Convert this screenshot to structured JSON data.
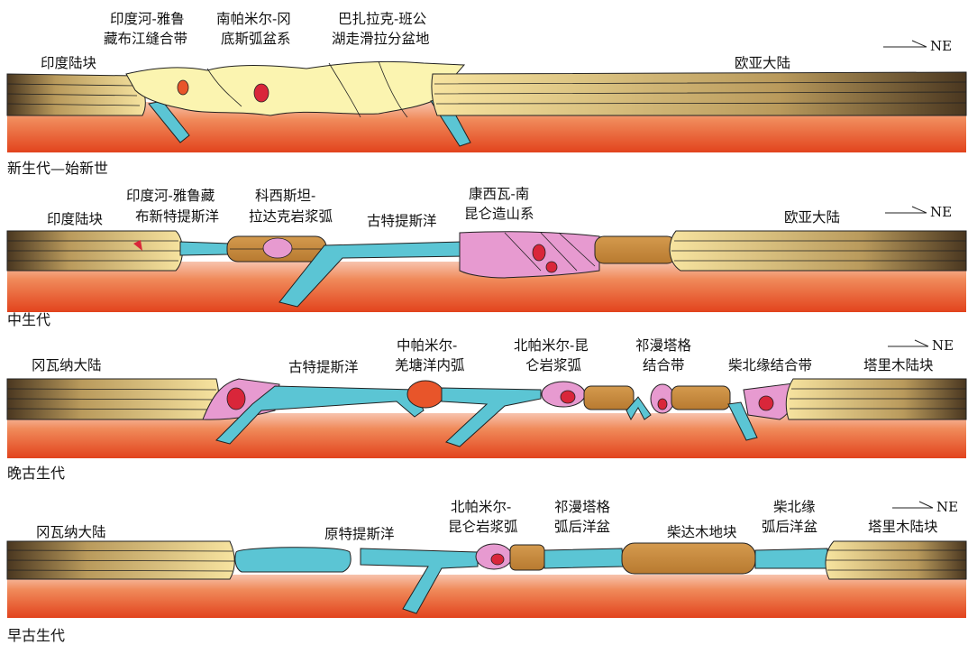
{
  "panels": [
    {
      "era": "新生代—始新世",
      "labels": {
        "india_block": "印度陆块",
        "yarlung_1": "印度河-雅鲁",
        "yarlung_2": "藏布江缝合带",
        "south_pamir_1": "南帕米尔-冈",
        "south_pamir_2": "底斯弧盆系",
        "bangong_1": "巴扎拉克-班公",
        "bangong_2": "湖走滑拉分盆地",
        "eurasia": "欧亚大陆",
        "ne": "NE"
      }
    },
    {
      "era": "中生代",
      "labels": {
        "india_block": "印度陆块",
        "neotethys_1": "印度河-雅鲁藏",
        "neotethys_2": "布新特提斯洋",
        "kohistan_1": "科西斯坦-",
        "kohistan_2": "拉达克岩浆弧",
        "paleotethys": "古特提斯洋",
        "kangxiwa_1": "康西瓦-南",
        "kangxiwa_2": "昆仑造山系",
        "eurasia": "欧亚大陆",
        "ne": "NE"
      }
    },
    {
      "era": "晚古生代",
      "labels": {
        "gondwana": "冈瓦纳大陆",
        "paleotethys": "古特提斯洋",
        "central_pamir_1": "中帕米尔-",
        "central_pamir_2": "羌塘洋内弧",
        "north_pamir_1": "北帕米尔-昆",
        "north_pamir_2": "仑岩浆弧",
        "qimantag_1": "祁漫塔格",
        "qimantag_2": "结合带",
        "chaibei": "柴北缘结合带",
        "tarim": "塔里木陆块",
        "ne": "NE"
      }
    },
    {
      "era": "早古生代",
      "labels": {
        "gondwana": "冈瓦纳大陆",
        "prototethys": "原特提斯洋",
        "north_pamir_1": "北帕米尔-",
        "north_pamir_2": "昆仑岩浆弧",
        "qimantag_1": "祁漫塔格",
        "qimantag_2": "弧后洋盆",
        "qaidam": "柴达木地块",
        "chaibei_1": "柴北缘",
        "chaibei_2": "弧后洋盆",
        "tarim": "塔里木陆块",
        "ne": "NE"
      }
    }
  ],
  "colors": {
    "mantle_top": "#f4b0a0",
    "mantle_bottom": "#e8421c",
    "ocean": "#5bc5d4",
    "arc_pink": "#e79ad0",
    "arc_yellow": "#fbf4b0",
    "block_brown": "#c9873a",
    "continent_light": "#f6e3a0",
    "continent_dark": "#5a4326",
    "intrusion_red": "#d9263a",
    "volcano_orange": "#e8552a"
  }
}
